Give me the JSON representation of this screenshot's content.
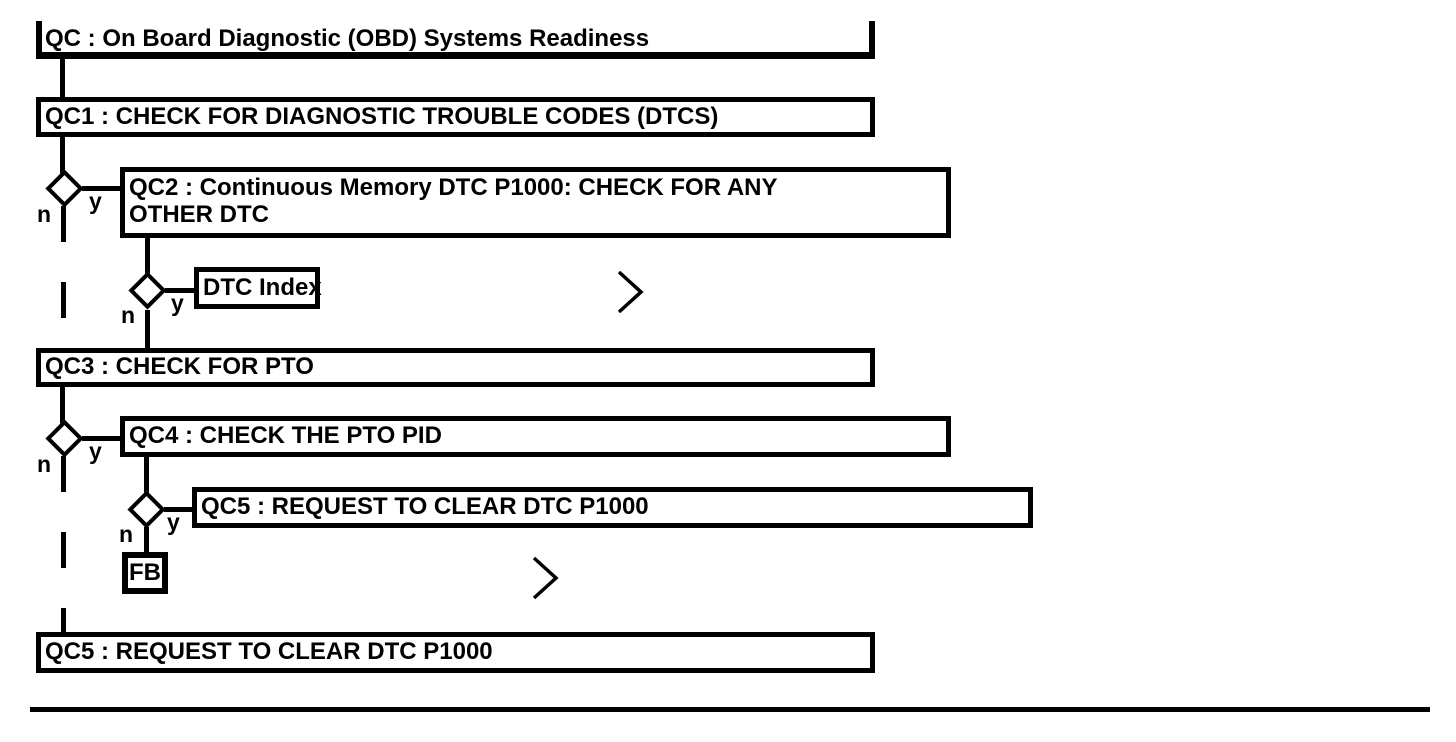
{
  "colors": {
    "ink": "#000000",
    "background": "#ffffff"
  },
  "flowchart": {
    "title": "QC : On Board Diagnostic (OBD) Systems Readiness",
    "qc1": "QC1 : CHECK FOR DIAGNOSTIC TROUBLE CODES (DTCS)",
    "qc2_line1": "QC2 : Continuous Memory DTC P1000: CHECK FOR ANY",
    "qc2_line2": "OTHER DTC",
    "dtc_index": "DTC Index",
    "qc3": "QC3 : CHECK FOR PTO",
    "qc4": "QC4 : CHECK THE PTO PID",
    "qc5": "QC5 : REQUEST TO CLEAR DTC P1000",
    "fb": "FB",
    "qc5_final": "QC5 : REQUEST TO CLEAR DTC P1000",
    "branch": {
      "no": "n",
      "yes": "y"
    },
    "icons": {
      "continue_marker": "chevron-right-icon"
    }
  }
}
